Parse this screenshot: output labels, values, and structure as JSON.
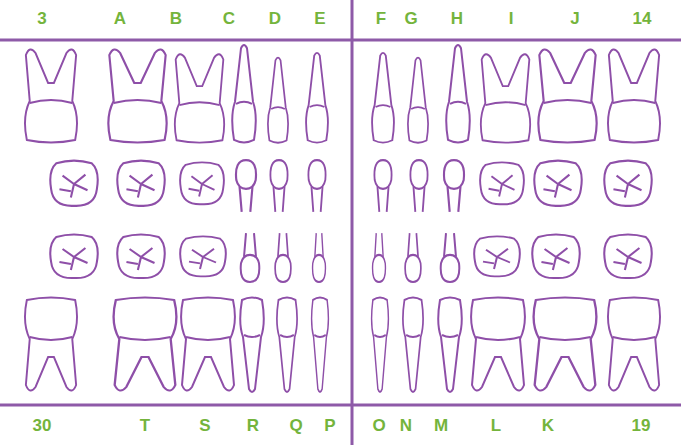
{
  "diagram": {
    "labels": [
      "3",
      "A",
      "B",
      "C",
      "D",
      "E",
      "F",
      "G",
      "H",
      "I",
      "J",
      "14",
      "30",
      "T",
      "S",
      "R",
      "Q",
      "P",
      "O",
      "N",
      "M",
      "L",
      "K",
      "19"
    ]
  }
}
